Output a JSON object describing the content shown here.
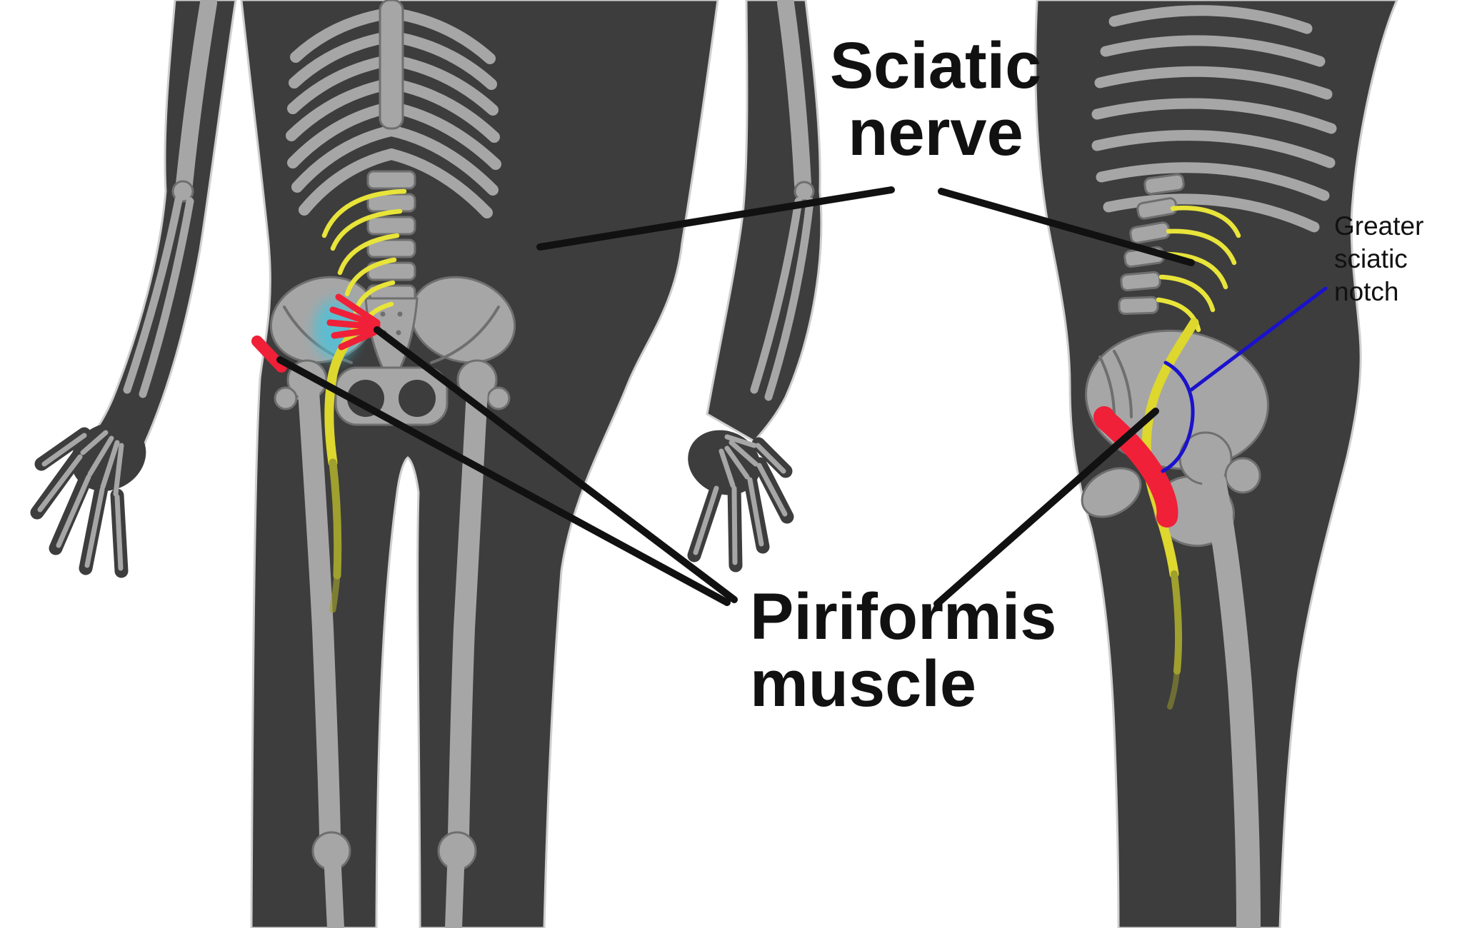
{
  "labels": {
    "sciatic_nerve": {
      "lines": [
        "Sciatic",
        "nerve"
      ]
    },
    "piriformis_muscle": {
      "lines": [
        "Piriformis",
        "muscle"
      ]
    },
    "greater_sciatic_notch": {
      "lines": [
        "Greater",
        "sciatic",
        "notch"
      ]
    }
  },
  "colors": {
    "background": "#ffffff",
    "body_silhouette": "#3d3d3d",
    "bone": "#a6a6a6",
    "bone_outline": "#6f6f6f",
    "nerve_yellow": "#e8e43a",
    "nerve_olive": "#9fa02e",
    "muscle_red": "#ef2038",
    "highlight_cyan": "#49c3da",
    "annotation_black": "#111111",
    "annotation_blue": "#1a12cc"
  }
}
